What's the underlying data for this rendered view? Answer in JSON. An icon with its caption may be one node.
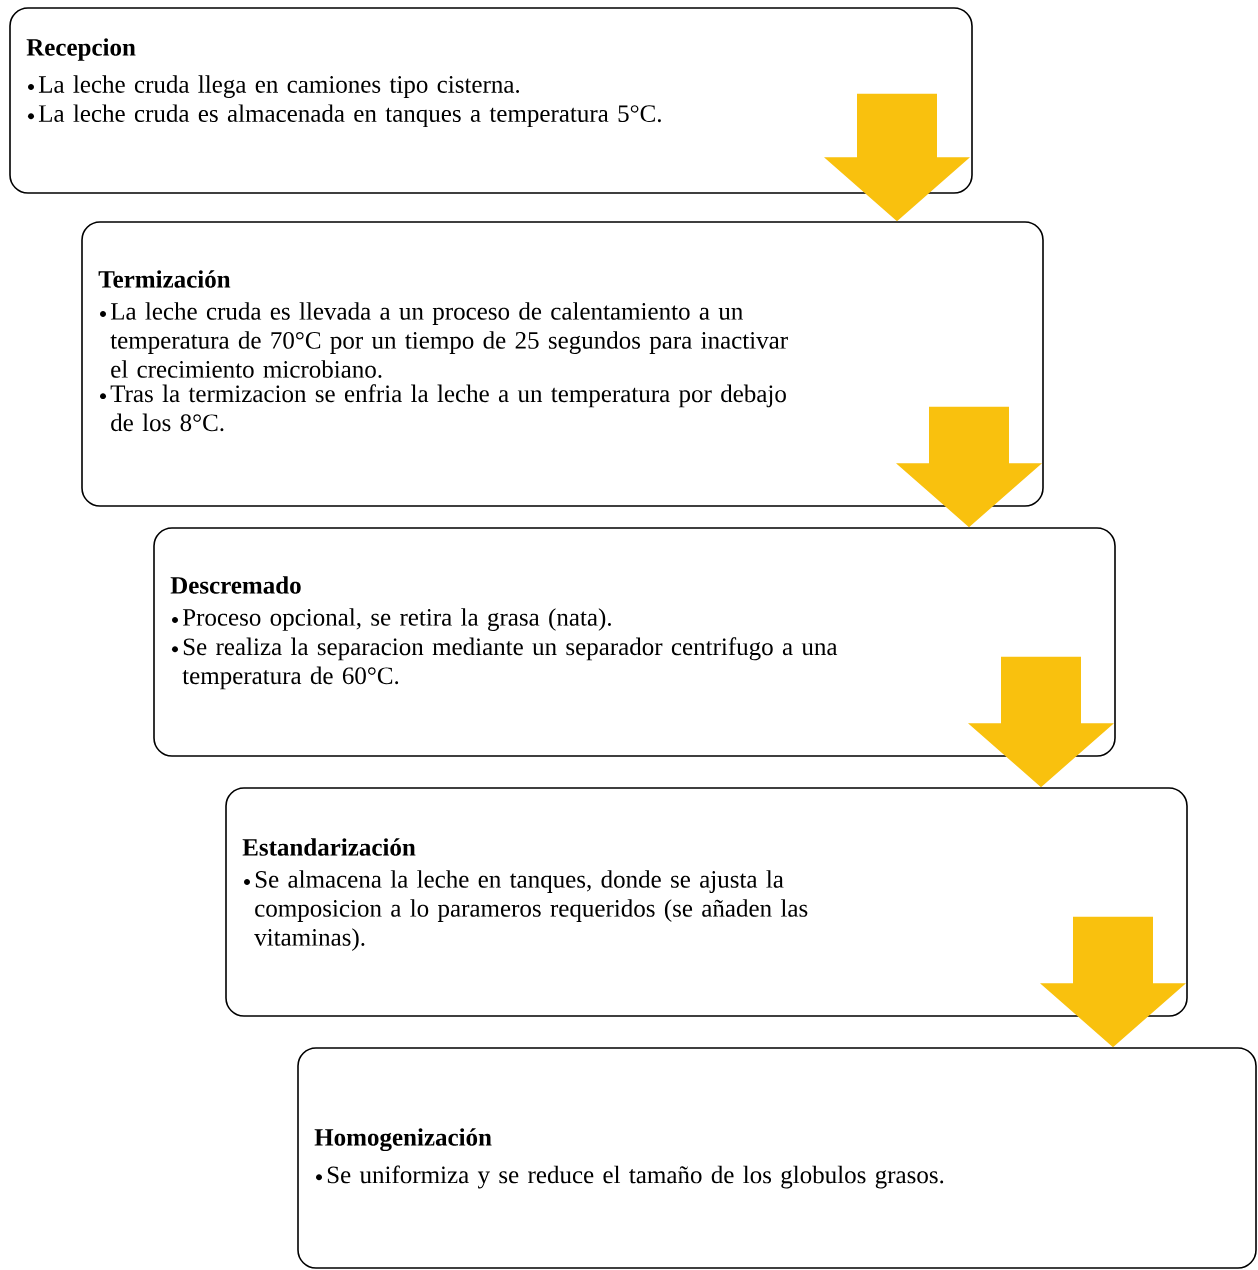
{
  "diagram": {
    "nodes": [
      {
        "text": [
          "Recepcion",
          "La leche cruda llega en camiones tipo cisterna.",
          "La leche cruda es almacenada en tanques a temperatura 5°C."
        ]
      },
      {
        "text": [
          "Termización",
          "La leche cruda es llevada a un proceso de calentamiento a un temperatura de 70°C por un tiempo de 25 segundos para inactivar el crecimiento microbiano.",
          "Tras la termizacion se enfria la leche a un temperatura por debajo de los 8°C."
        ]
      },
      {
        "text": [
          "Descremado",
          "Proceso opcional, se retira la grasa (nata).",
          "Se realiza la separacion mediante un separador centrifugo a una temperatura de 60°C."
        ]
      },
      {
        "text": [
          "Estandarización",
          "Se almacena la leche en tanques, donde se ajusta la composicion a lo parameros requeridos (se añaden las vitaminas)."
        ]
      },
      {
        "text": [
          "Homogenización",
          "Se uniformiza y se reduce el tamaño de los globulos grasos."
        ]
      }
    ],
    "edges": [
      {
        "from": 0,
        "to": 1,
        "arrow": "to"
      },
      {
        "from": 1,
        "to": 2,
        "arrow": "to"
      },
      {
        "from": 2,
        "to": 3,
        "arrow": "to"
      },
      {
        "from": 3,
        "to": 4,
        "arrow": "to"
      }
    ]
  }
}
